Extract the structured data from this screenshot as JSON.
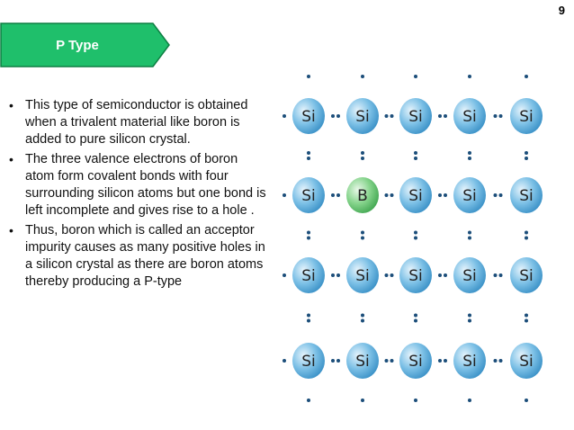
{
  "slide": {
    "page_number": "9",
    "title": "P Type",
    "colors": {
      "banner_fill": "#1fbf6b",
      "banner_border": "#0e7f43",
      "silicon_atom": "#4aa6d8",
      "boron_atom": "#5cc46d",
      "electron": "#1c4e7a"
    },
    "bullets": [
      "This type of semiconductor is obtained when a trivalent material like boron is added to pure  silicon crystal.",
      " The three valence electrons of boron atom form covalent bonds with four surrounding silicon atoms but one bond is left incomplete and gives rise to a hole .",
      "Thus, boron which is called an acceptor impurity causes as many positive holes in a silicon crystal as there are boron atoms thereby producing a P-type"
    ],
    "bullet_symbol": "•",
    "lattice": {
      "rows": [
        [
          "Si",
          "Si",
          "Si",
          "Si",
          "Si"
        ],
        [
          "Si",
          "B",
          "Si",
          "Si",
          "Si"
        ],
        [
          "Si",
          "Si",
          "Si",
          "Si",
          "Si"
        ],
        [
          "Si",
          "Si",
          "Si",
          "Si",
          "Si"
        ]
      ]
    }
  }
}
